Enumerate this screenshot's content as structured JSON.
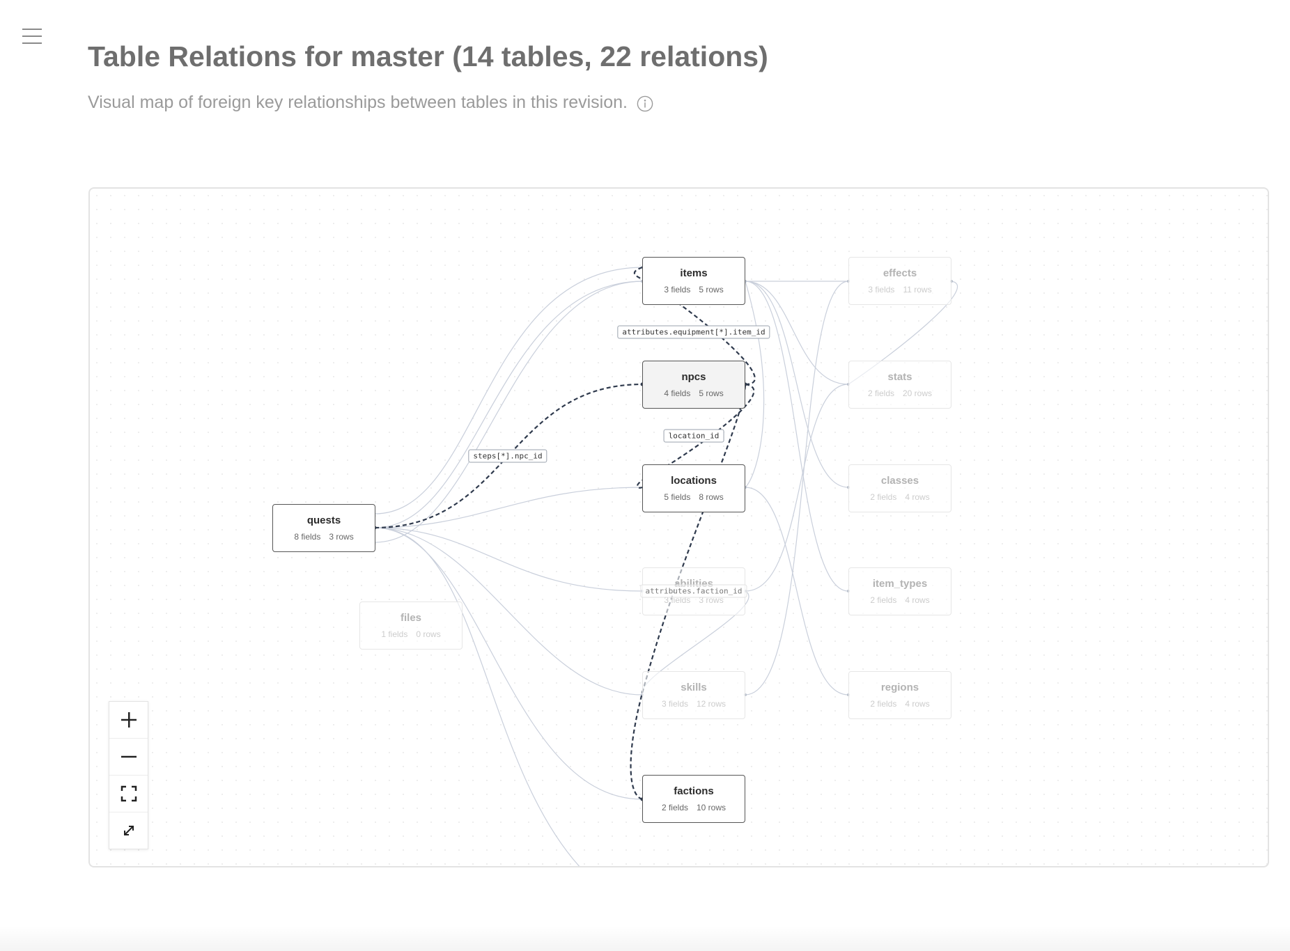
{
  "header": {
    "title": "Table Relations for master (14 tables, 22 relations)",
    "subtitle": "Visual map of foreign key relationships between tables in this revision."
  },
  "icons": {
    "menu": "hamburger-menu-icon",
    "info": "info-icon",
    "zoom_in": "plus-icon",
    "zoom_out": "minus-icon",
    "fit_view": "fit-view-icon",
    "fullscreen": "expand-icon"
  },
  "colors": {
    "title": "#6e6e6e",
    "active_edge": "#2f3a4d",
    "faint_edge": "#c9cfdb",
    "node_border": "#555555"
  },
  "diagram": {
    "nodes": [
      {
        "id": "quests",
        "name": "quests",
        "fields": "8 fields",
        "rows": "3 rows",
        "dim": false
      },
      {
        "id": "files",
        "name": "files",
        "fields": "1 fields",
        "rows": "0 rows",
        "dim": true
      },
      {
        "id": "items",
        "name": "items",
        "fields": "3 fields",
        "rows": "5 rows",
        "dim": false
      },
      {
        "id": "npcs",
        "name": "npcs",
        "fields": "4 fields",
        "rows": "5 rows",
        "dim": false,
        "selected": true
      },
      {
        "id": "locations",
        "name": "locations",
        "fields": "5 fields",
        "rows": "8 rows",
        "dim": false
      },
      {
        "id": "abilities",
        "name": "abilities",
        "fields": "3 fields",
        "rows": "3 rows",
        "dim": true
      },
      {
        "id": "skills",
        "name": "skills",
        "fields": "3 fields",
        "rows": "12 rows",
        "dim": true
      },
      {
        "id": "factions",
        "name": "factions",
        "fields": "2 fields",
        "rows": "10 rows",
        "dim": false
      },
      {
        "id": "effects",
        "name": "effects",
        "fields": "3 fields",
        "rows": "11 rows",
        "dim": true
      },
      {
        "id": "stats",
        "name": "stats",
        "fields": "2 fields",
        "rows": "20 rows",
        "dim": true
      },
      {
        "id": "classes",
        "name": "classes",
        "fields": "2 fields",
        "rows": "4 rows",
        "dim": true
      },
      {
        "id": "item_types",
        "name": "item_types",
        "fields": "2 fields",
        "rows": "4 rows",
        "dim": true
      },
      {
        "id": "regions",
        "name": "regions",
        "fields": "2 fields",
        "rows": "4 rows",
        "dim": true
      }
    ],
    "edge_labels": [
      {
        "id": "equipment",
        "text": "attributes.equipment[*].item_id",
        "faint": false
      },
      {
        "id": "location",
        "text": "location_id",
        "faint": false
      },
      {
        "id": "steps",
        "text": "steps[*].npc_id",
        "faint": false
      },
      {
        "id": "faction",
        "text": "attributes.faction_id",
        "faint": true
      }
    ]
  }
}
